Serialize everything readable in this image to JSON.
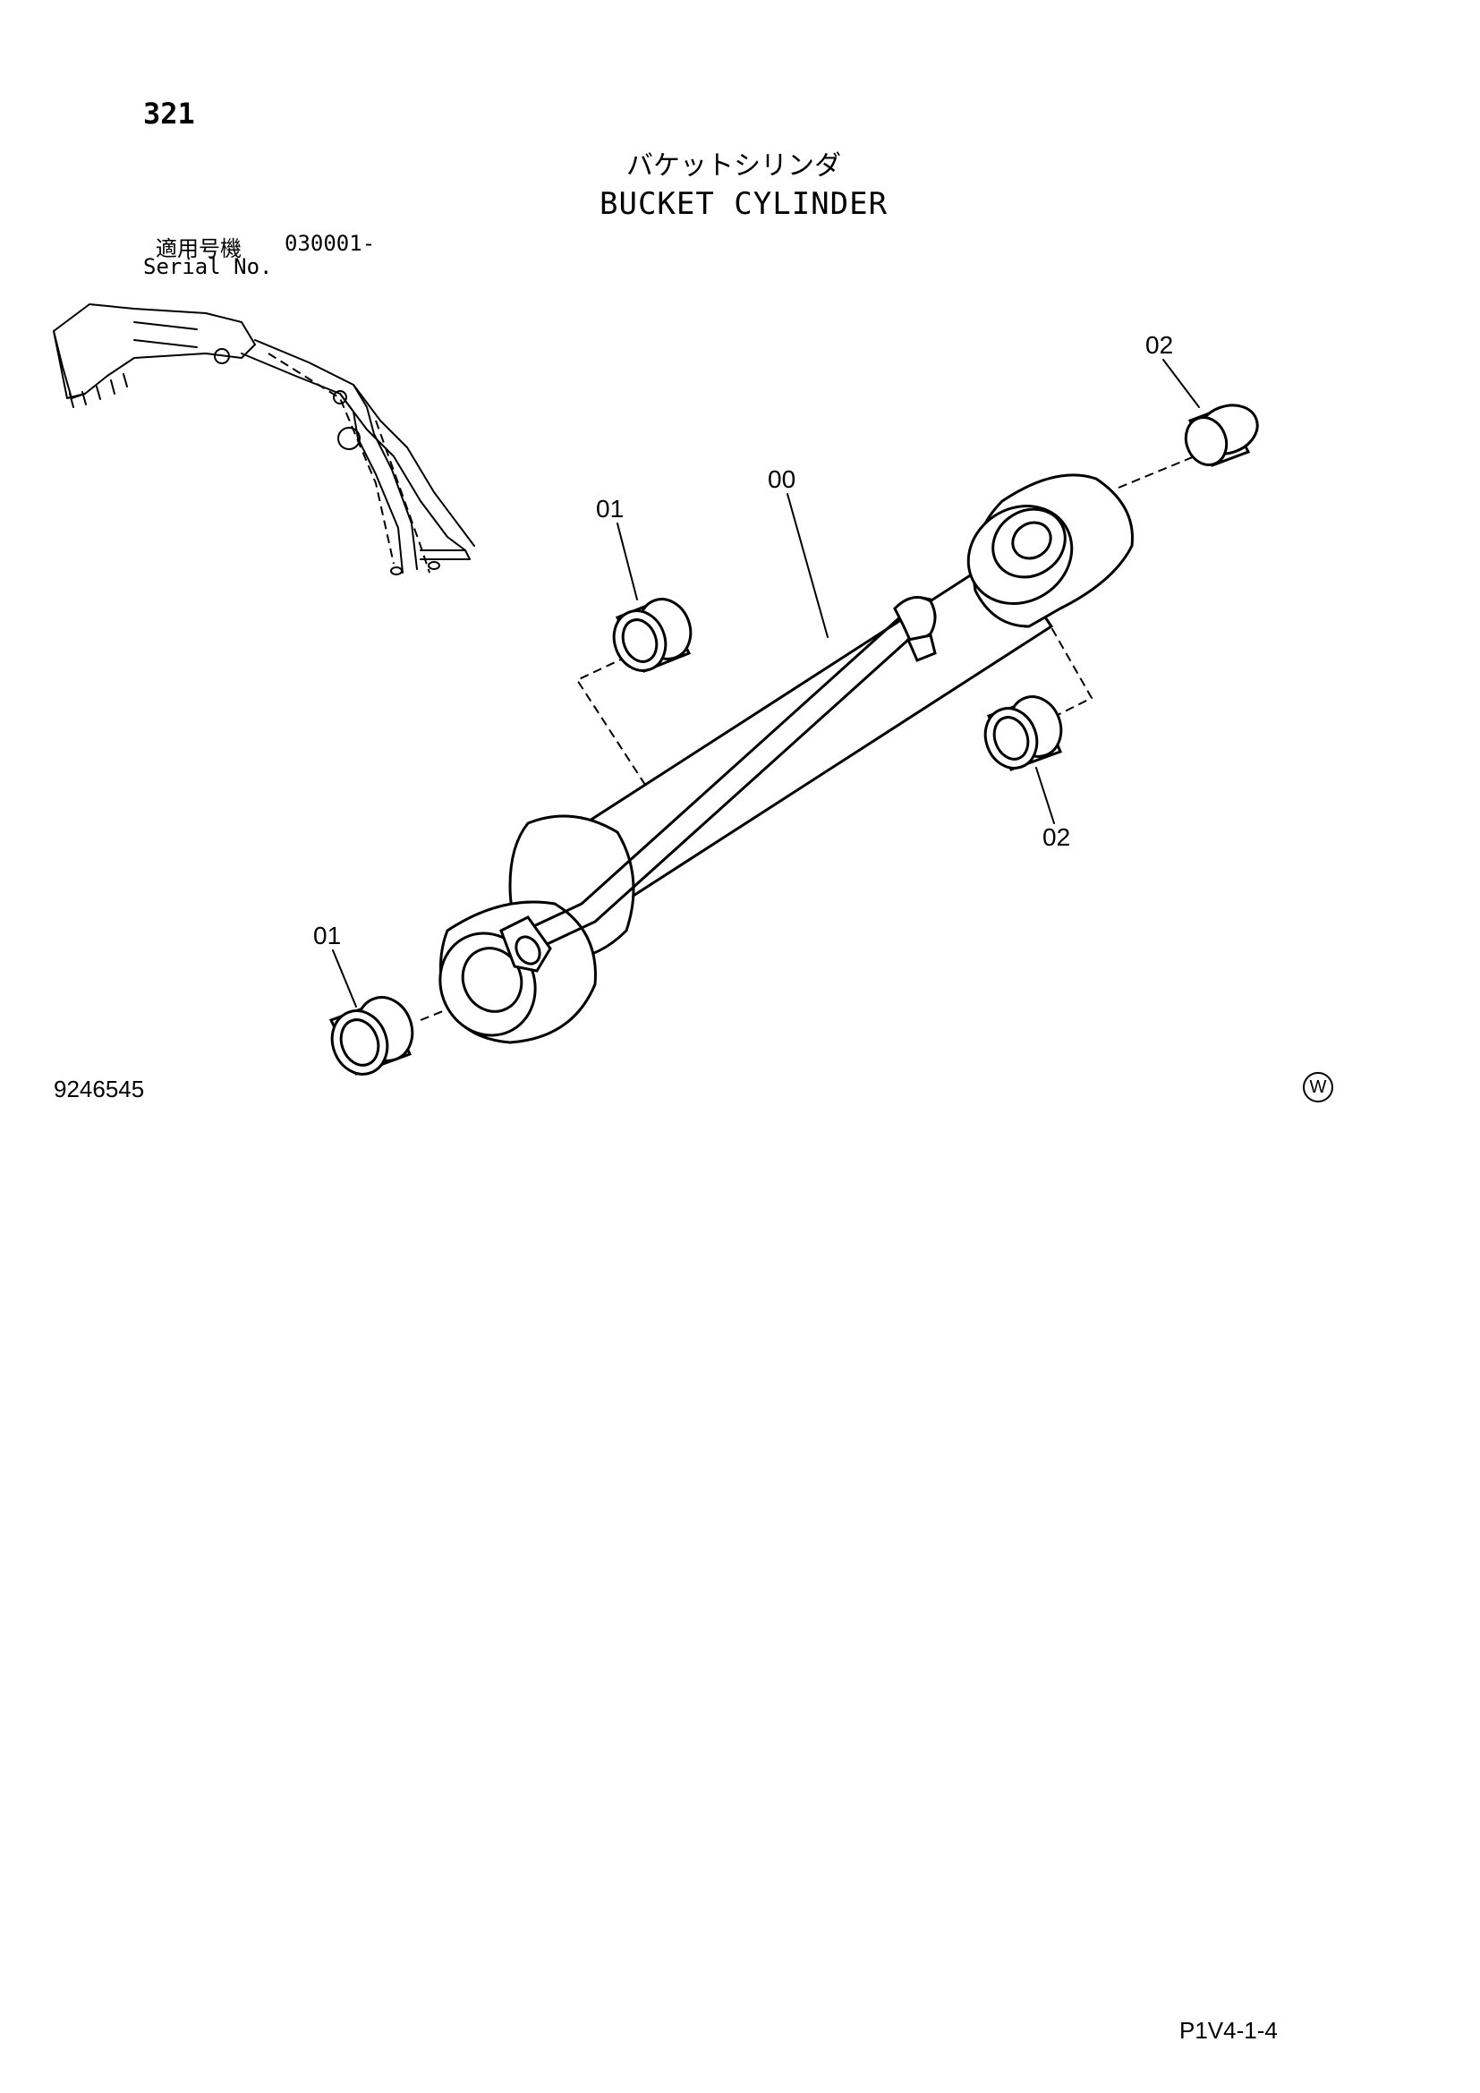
{
  "header": {
    "page_number": "321",
    "title_jp": "バケットシリンダ",
    "title_en": "BUCKET CYLINDER",
    "serial_label_jp": "適用号機",
    "serial_value": "030001-",
    "serial_label_en": "Serial No."
  },
  "callouts": [
    "00",
    "01",
    "01",
    "02",
    "02"
  ],
  "footer": {
    "drawing_number": "9246545",
    "watermark": "W",
    "page_code": "P1V4-1-4"
  }
}
